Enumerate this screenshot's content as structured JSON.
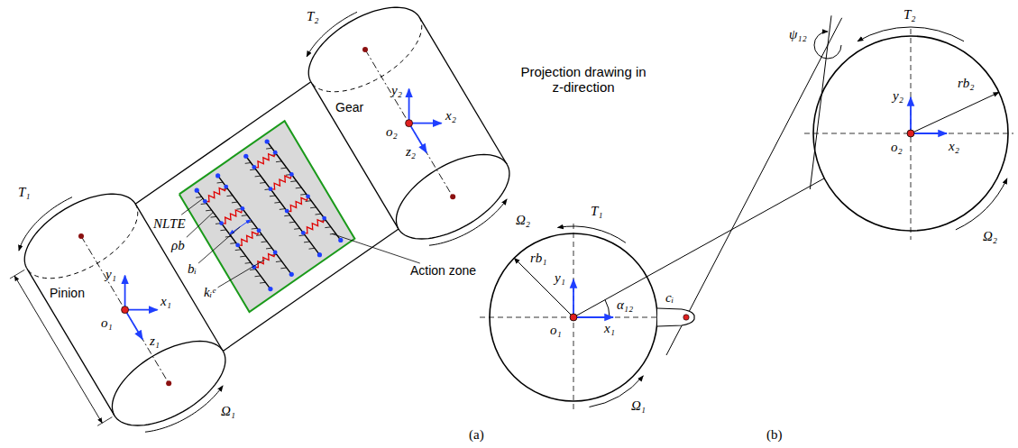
{
  "diagram": {
    "labels": [
      "T₂",
      "Gear",
      "y₂",
      "x₂",
      "z₂",
      "o₂",
      "NLTE",
      "ρb",
      "T₁",
      "Pinion",
      "y₁",
      "x₁",
      "z₁",
      "o₁",
      "bᵢ",
      "kᵢᵉ",
      "Action zone",
      "Ω₁",
      "Ω₂",
      "(a)",
      "ψ₁₂",
      "T₂",
      "y₂",
      "o₂",
      "rb₂",
      "x₂",
      "Projection drawing in z-direction",
      "T₁",
      "y₁",
      "rb₁",
      "α₁₂",
      "cᵢ",
      "o₁",
      "x₁",
      "Ω₁",
      "Ω₂",
      "(b)"
    ]
  }
}
